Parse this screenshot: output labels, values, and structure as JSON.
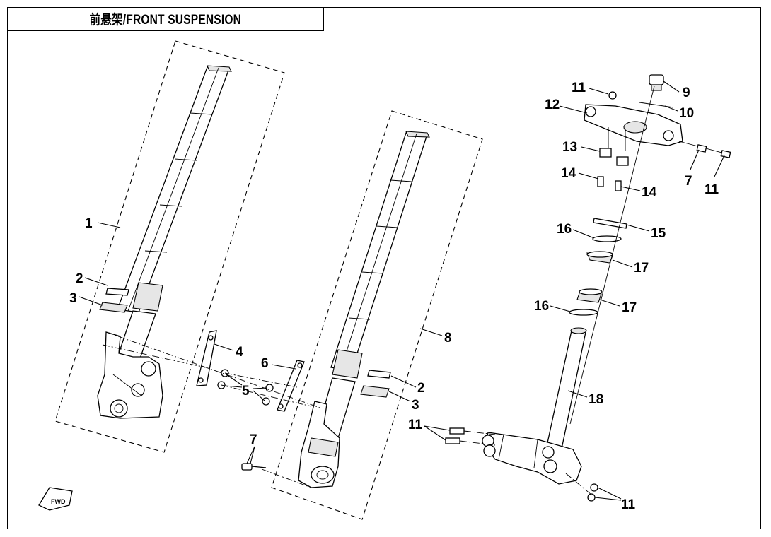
{
  "title": "前悬架/FRONT SUSPENSION",
  "callouts": {
    "c1": "1",
    "c2a": "2",
    "c2b": "2",
    "c3a": "3",
    "c3b": "3",
    "c4": "4",
    "c5": "5",
    "c6": "6",
    "c7a": "7",
    "c7b": "7",
    "c8": "8",
    "c9": "9",
    "c10": "10",
    "c11a": "11",
    "c11b": "11",
    "c11c": "11",
    "c11d": "11",
    "c12": "12",
    "c13": "13",
    "c14a": "14",
    "c14b": "14",
    "c15": "15",
    "c16a": "16",
    "c16b": "16",
    "c17a": "17",
    "c17b": "17",
    "c18": "18"
  },
  "fwd_mark": "FWD",
  "colors": {
    "line": "#000000",
    "shade": "#e6e6e6",
    "background": "#ffffff"
  }
}
